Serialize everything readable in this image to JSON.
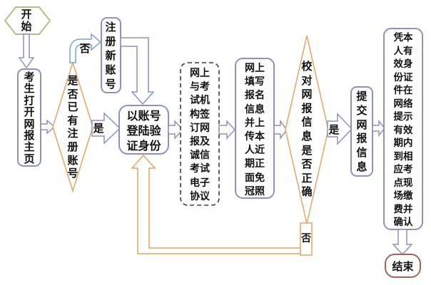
{
  "colors": {
    "node_border": "#9091bd",
    "decision_border": "#e2a566",
    "start_border": "#b5bd8c",
    "end_border": "#a8625c",
    "no_branch_arrow": "#7ba3c9",
    "loop_arrow": "#e2a566",
    "agreement_border": "#3c3c3c",
    "text": "#111111"
  },
  "nodes": {
    "start": {
      "label": "开\n始"
    },
    "open_homepage": {
      "label": "考\n生\n打\n开\n网\n报\n主\n页"
    },
    "has_account_decision": {
      "label": "是\n否\n已\n有\n注\n册\n账\n号"
    },
    "register_account": {
      "label": "注\n册\n新\n账\n号"
    },
    "login_verify": {
      "label": "以账号\n登陆验\n证身份"
    },
    "sign_agreement": {
      "label": "网上\n与考\n试机\n构签\n订网\n报及\n诚信\n考试\n电子\n协议"
    },
    "fill_info": {
      "label": "网上\n填写\n报名\n信息\n并上\n传本\n人近\n期正\n面免\n冠照"
    },
    "verify_decision": {
      "label": "校\n对\n网\n报\n信\n息\n是\n否\n正\n确"
    },
    "submit_info": {
      "label": "提\n交\n网\n报\n信\n息"
    },
    "onsite_confirm": {
      "label": "凭本\n人有\n效身\n份证\n件在\n网络\n提示\n有效\n期内\n到相\n应考\n点现\n场缴\n费并\n确认"
    },
    "end": {
      "label": "结束"
    }
  },
  "branch_labels": {
    "no_register": "否",
    "yes_login": "是",
    "yes_submit": "是",
    "no_loop": "否"
  }
}
